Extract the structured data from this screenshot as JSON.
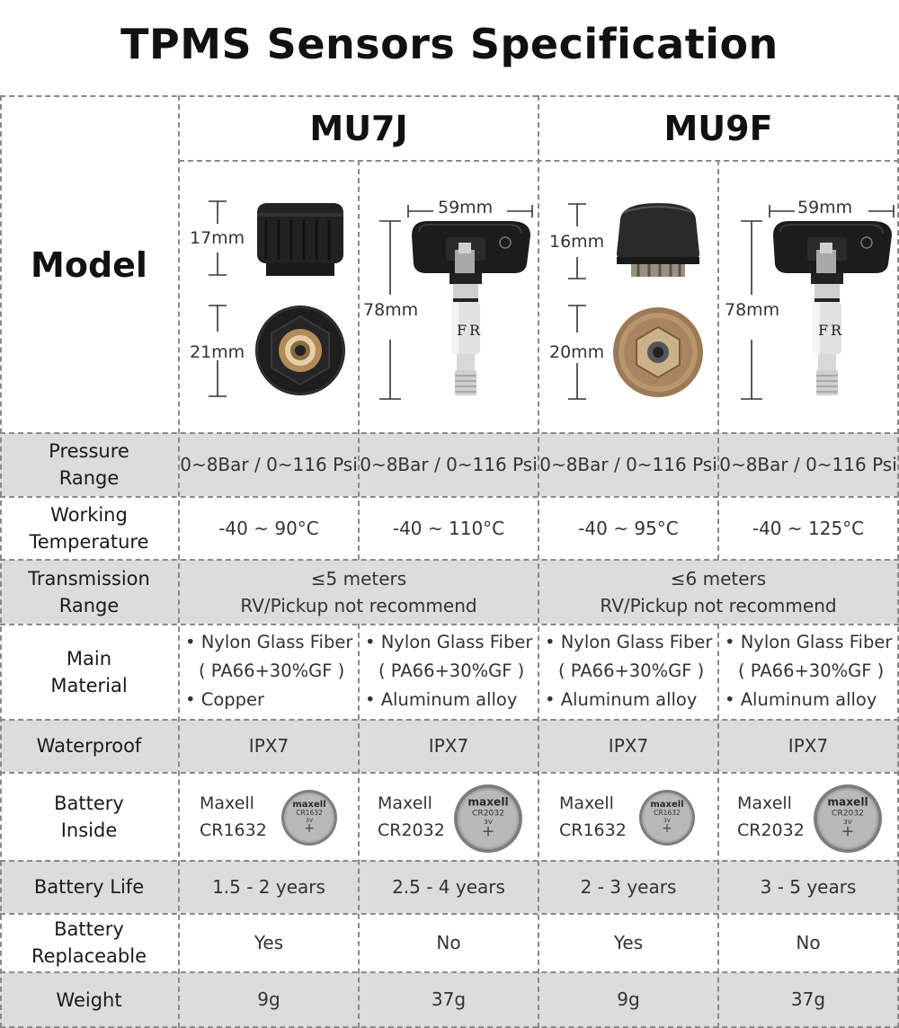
{
  "title": "TPMS Sensors Specification",
  "models": [
    {
      "name": "MU7J"
    },
    {
      "name": "MU9F"
    }
  ],
  "row_labels": {
    "model": "Model",
    "pressure": [
      "Pressure",
      "Range"
    ],
    "temperature": [
      "Working",
      "Temperature"
    ],
    "transmission": [
      "Transmission",
      "Range"
    ],
    "material": [
      "Main",
      "Material"
    ],
    "waterproof": "Waterproof",
    "battery": [
      "Battery",
      "Inside"
    ],
    "battery_life": "Battery Life",
    "replaceable": [
      "Battery",
      "Replaceable"
    ],
    "weight": "Weight"
  },
  "variants": [
    {
      "dims": [
        "17mm",
        "21mm"
      ],
      "pressure": "0~8Bar / 0~116 Psi",
      "temperature": "-40 ~ 90°C",
      "material": [
        "• Nylon Glass Fiber",
        "( PA66+30%GF )",
        "• Copper"
      ],
      "waterproof": "IPX7",
      "battery_brand": "Maxell",
      "battery_model": "CR1632",
      "battery_life": "1.5 - 2 years",
      "replaceable": "Yes",
      "weight": "9g"
    },
    {
      "dims": [
        "59mm",
        "78mm"
      ],
      "pressure": "0~8Bar / 0~116 Psi",
      "temperature": "-40 ~ 110°C",
      "material": [
        "• Nylon Glass Fiber",
        "( PA66+30%GF )",
        "• Aluminum alloy"
      ],
      "waterproof": "IPX7",
      "battery_brand": "Maxell",
      "battery_model": "CR2032",
      "battery_life": "2.5 - 4 years",
      "replaceable": "No",
      "weight": "37g"
    },
    {
      "dims": [
        "16mm",
        "20mm"
      ],
      "pressure": "0~8Bar / 0~116 Psi",
      "temperature": "-40 ~ 95°C",
      "material": [
        "• Nylon Glass Fiber",
        "( PA66+30%GF )",
        "• Aluminum alloy"
      ],
      "waterproof": "IPX7",
      "battery_brand": "Maxell",
      "battery_model": "CR1632",
      "battery_life": "2 - 3 years",
      "replaceable": "Yes",
      "weight": "9g"
    },
    {
      "dims": [
        "59mm",
        "78mm"
      ],
      "pressure": "0~8Bar / 0~116 Psi",
      "temperature": "-40 ~ 125°C",
      "material": [
        "• Nylon Glass Fiber",
        "( PA66+30%GF )",
        "• Aluminum alloy"
      ],
      "waterproof": "IPX7",
      "battery_brand": "Maxell",
      "battery_model": "CR2032",
      "battery_life": "3 - 5 years",
      "replaceable": "No",
      "weight": "37g"
    }
  ],
  "transmission": [
    [
      "≤5 meters",
      "RV/Pickup not recommend"
    ],
    [
      "≤6 meters",
      "RV/Pickup not recommend"
    ]
  ],
  "valve_markings": [
    "F",
    "R",
    "F",
    "R"
  ],
  "coin_cells": [
    {
      "brand": "maxell",
      "model": "CR1632",
      "voltage": "3V"
    },
    {
      "brand": "maxell",
      "model": "CR2032",
      "voltage": "3V"
    },
    {
      "brand": "maxell",
      "model": "CR1632",
      "voltage": "3V"
    },
    {
      "brand": "maxell",
      "model": "CR2032",
      "voltage": "3V"
    }
  ],
  "colors": {
    "shade": "#dcdcdc",
    "border": "#8a8a8a",
    "sensor_body": "#1c1c1c",
    "brass": "#b38a5a"
  }
}
